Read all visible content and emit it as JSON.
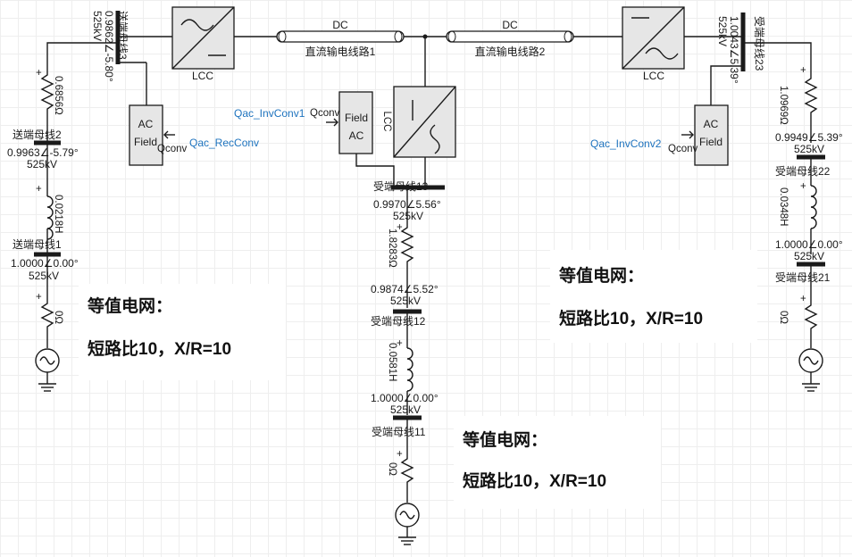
{
  "labels": {
    "dc": "DC",
    "lcc": "LCC",
    "ac": "AC",
    "field": "Field",
    "qconv": "Qconv",
    "rec_conv": "Qac_RecConv",
    "inv_conv1": "Qac_InvConv1",
    "inv_conv2": "Qac_InvConv2",
    "line1": "直流输电线路1",
    "line2": "直流输电线路2",
    "plus": "+"
  },
  "buses": {
    "s3": {
      "name": "送端母线3",
      "vol": "0.9862∠-5.80°",
      "kv": "525kV"
    },
    "s2": {
      "name": "送端母线2",
      "vol": "0.9963∠-5.79°",
      "kv": "525kV"
    },
    "s1": {
      "name": "送端母线1",
      "vol": "1.0000∠0.00°",
      "kv": "525kV"
    },
    "r23": {
      "name": "受端母线23",
      "vol": "1.0043∠5.39°",
      "kv": "525kV"
    },
    "r22": {
      "name": "受端母线22",
      "vol": "0.9949∠5.39°",
      "kv": "525kV"
    },
    "r21": {
      "name": "受端母线21",
      "vol": "1.0000∠0.00°",
      "kv": "525kV"
    },
    "r13": {
      "name": "受端母线13",
      "vol": "0.9970∠5.56°",
      "kv": "525kV"
    },
    "r12": {
      "name": "受端母线12",
      "vol": "0.9874∠5.52°",
      "kv": "525kV"
    },
    "r11": {
      "name": "受端母线11",
      "vol": "1.0000∠0.00°",
      "kv": "525kV"
    }
  },
  "components": {
    "left_r": "0.6856Ω",
    "left_l": "0.0218H",
    "left_src_r": "0Ω",
    "mid_r": "1.8283Ω",
    "mid_l": "0.0581H",
    "mid_src_r": "0Ω",
    "right_r": "1.0969Ω",
    "right_l": "0.0348H",
    "right_src_r": "0Ω"
  },
  "notes": {
    "title": "等值电网：",
    "body": "短路比10，X/R=10"
  }
}
